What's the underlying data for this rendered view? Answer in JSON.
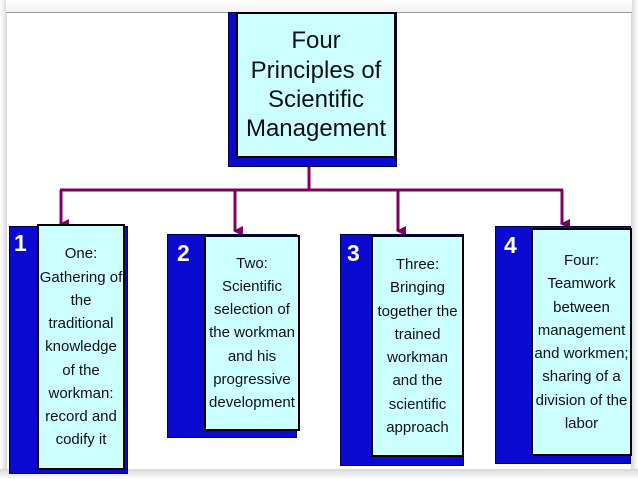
{
  "title": {
    "lines": [
      "Four",
      "Principles of",
      "Scientific",
      "Management"
    ]
  },
  "colors": {
    "box_fill": "#ccffff",
    "shadow_fill": "#0a0ad0",
    "connector": "#800060",
    "number_text": "#ffffff"
  },
  "principles": [
    {
      "number": "1",
      "lines": [
        "One:",
        "Gathering of",
        "the",
        "traditional",
        "knowledge",
        "of the",
        "workman:",
        "record and",
        "codify it"
      ]
    },
    {
      "number": "2",
      "lines": [
        "Two:",
        "Scientific",
        "selection of",
        "the workman",
        "and his",
        "progressive",
        "development"
      ]
    },
    {
      "number": "3",
      "lines": [
        "Three:",
        "Bringing",
        "together the",
        "trained",
        "workman",
        "and the",
        "scientific",
        "approach"
      ]
    },
    {
      "number": "4",
      "lines": [
        "Four:",
        "Teamwork",
        "between",
        "management",
        "and workmen;",
        "sharing of a",
        "division of the",
        "labor"
      ]
    }
  ]
}
